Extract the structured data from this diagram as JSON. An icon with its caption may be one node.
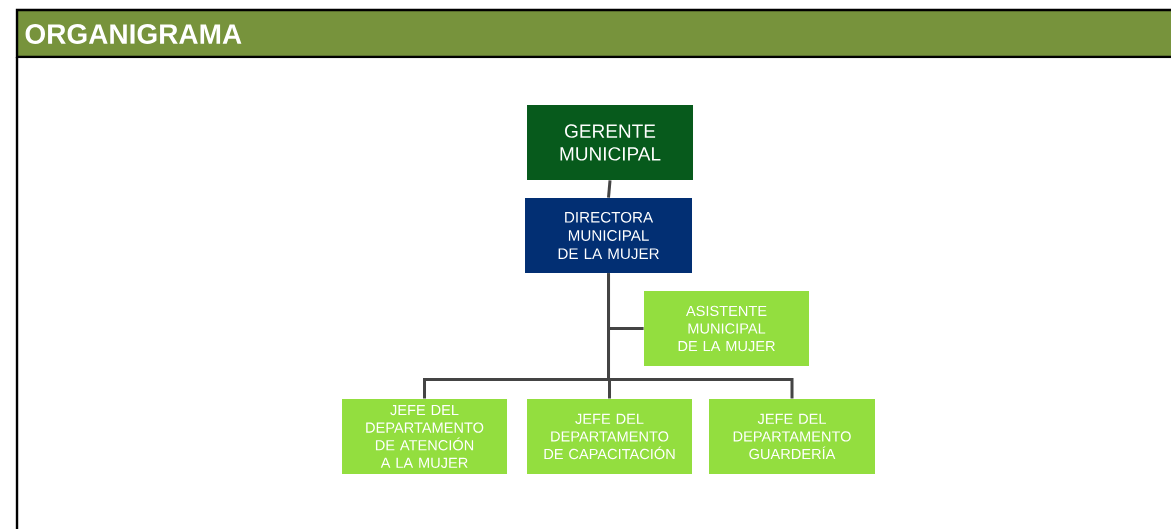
{
  "diagram": {
    "title": "ORGANIGRAMA",
    "nodes": [
      {
        "text": [
          "GERENTE MUNICIPAL"
        ]
      },
      {
        "text": [
          "DIRECTORA MUNICIPAL DE LA MUJER"
        ]
      },
      {
        "text": [
          "ASISTENTE MUNICIPAL DE LA MUJER"
        ]
      },
      {
        "text": [
          "JEFE DEL DEPARTAMENTO DE ATENCIÓN A LA MUJER"
        ]
      },
      {
        "text": [
          "JEFE DEL DEPARTAMENTO DE CAPACITACIÓN"
        ]
      },
      {
        "text": [
          "JEFE DEL DEPARTAMENTO GUARDERÍA"
        ]
      }
    ],
    "edges": [
      {
        "from": 0,
        "to": 1,
        "arrow": "none"
      },
      {
        "from": 1,
        "to": 2,
        "arrow": "none"
      },
      {
        "from": 1,
        "to": 3,
        "arrow": "none"
      },
      {
        "from": 1,
        "to": 4,
        "arrow": "none"
      },
      {
        "from": 1,
        "to": 5,
        "arrow": "none"
      }
    ]
  }
}
